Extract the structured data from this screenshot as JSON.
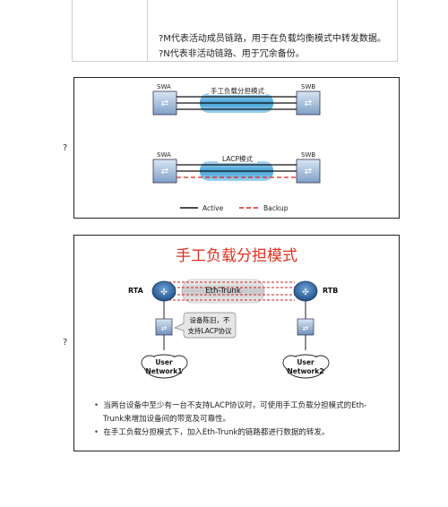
{
  "table": {
    "line1": "?M代表活动成员链路，用于在负载均衡模式中转发数据。",
    "line2": "?N代表非活动链路、用于冗余备份。"
  },
  "fig1": {
    "qmark": "?",
    "top": {
      "left_label": "SWA",
      "right_label": "SWB",
      "trunk_label": "手工负载分担模式"
    },
    "bottom": {
      "left_label": "SWA",
      "right_label": "SWB",
      "trunk_label": "LACP模式"
    },
    "legend": {
      "active": "Active",
      "backup": "Backup"
    }
  },
  "fig2": {
    "qmark": "?",
    "title": "手工负载分担模式",
    "rta": "RTA",
    "rtb": "RTB",
    "trunk": "Eth-Trunk",
    "callout_line1": "设备陈旧，不",
    "callout_line2": "支持LACP协议",
    "net1_line1": "User",
    "net1_line2": "Network1",
    "net2_line1": "User",
    "net2_line2": "Network2",
    "bullet1_line1": "当两台设备中至少有一台不支持LACP协议时，可使用手工负载分担模式的Eth-",
    "bullet1_line2": "Trunk来增加设备间的带宽及可靠性。",
    "bullet2": "在手工负载分担模式下，加入Eth-Trunk的链路都进行数据的转发。",
    "colors": {
      "title": "#e03020",
      "router": "#2f6aa8",
      "trunk": "#2a9fd6"
    }
  }
}
